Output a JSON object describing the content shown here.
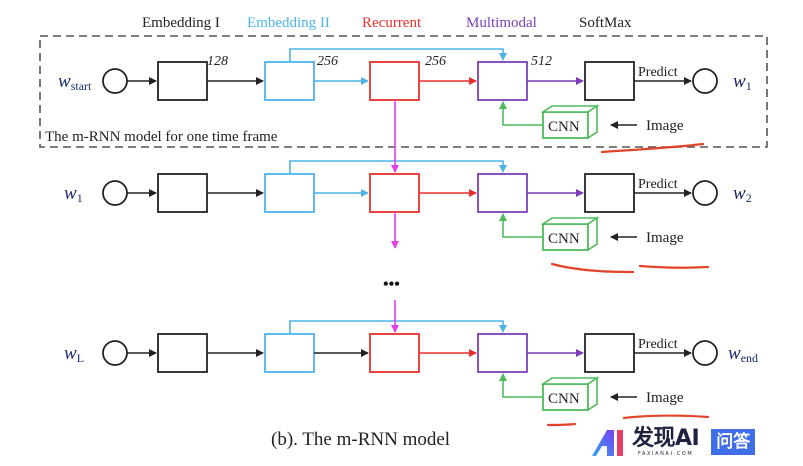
{
  "header_labels": [
    {
      "text": "Embedding I",
      "color": "#222222"
    },
    {
      "text": "Embedding II",
      "color": "#4cb4e8"
    },
    {
      "text": "Recurrent",
      "color": "#e8302c"
    },
    {
      "text": "Multimodal",
      "color": "#7b3fb8"
    },
    {
      "text": "SoftMax",
      "color": "#222222"
    }
  ],
  "frame_label": "The m-RNN model for one time frame",
  "dims": [
    "128",
    "256",
    "256",
    "512"
  ],
  "rows": [
    {
      "input": "w",
      "input_sub": "start",
      "output": "w",
      "output_sub": "1"
    },
    {
      "input": "w",
      "input_sub": "1",
      "output": "w",
      "output_sub": "2"
    },
    {
      "input": "w",
      "input_sub": "L",
      "output": "w",
      "output_sub": "end"
    }
  ],
  "predict_label": "Predict",
  "cnn_label": "CNN",
  "image_label": "Image",
  "ellipsis": "•••",
  "caption": "(b). The m-RNN model",
  "colors": {
    "black": "#222222",
    "embedding2": "#4cb4e8",
    "recurrent": "#e8302c",
    "multimodal": "#7b3fb8",
    "cnn": "#4cbb5a",
    "recurrent_link": "#e040e8",
    "annotation": "#e2442a",
    "word_label": "#1a2a6a"
  },
  "watermark": {
    "brand": "发现AI",
    "domain": "FAXIANAI.COM",
    "badge": "问答"
  }
}
